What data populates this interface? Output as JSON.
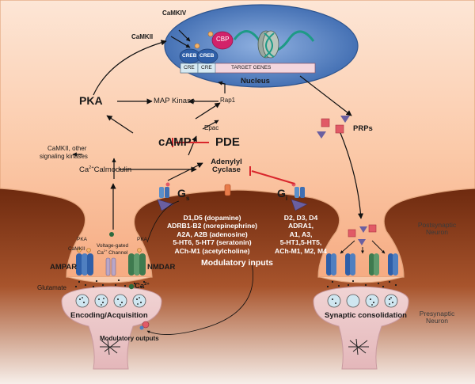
{
  "colors": {
    "postsynaptic_top": "#f6b48f",
    "postsynaptic_bottom": "#fde4d2",
    "cleft_dark": "#7a2e10",
    "presynaptic": "#e9c4c6",
    "nucleus": "#4f7fc0",
    "cbp": "#d2226a",
    "creb": "#2f5fa8",
    "prp_square": "#e15a66",
    "prp_triangle": "#6a5fa0",
    "inhibit": "#d9262c",
    "receptor_blue": "#3f6fb3",
    "receptor_green": "#4d8a5c"
  },
  "nucleus": {
    "title": "Nucleus",
    "kinase_iv": "CaMKIV",
    "kinase_ii": "CaMKII",
    "cbp": "CBP",
    "creb_1": "CREB",
    "creb_2": "CREB",
    "cre_1": "CRE",
    "cre_2": "CRE",
    "target_genes": "TARGET GENES"
  },
  "pathway": {
    "pka": "PKA",
    "map_kinase": "MAP Kinase",
    "rap1": "Rap1",
    "epac": "Epac",
    "camp": "cAMP",
    "pde": "PDE",
    "camkii_other": "CaMKII, other",
    "signaling_kinases": "signaling kinases",
    "ca_calmodulin_ca": "Ca",
    "ca_calmodulin_charge": "2+",
    "ca_calmodulin_rest": "Calmodulin",
    "adenylyl": "Adenylyl",
    "cyclase": "Cyclase",
    "gs_main": "G",
    "gs_sub": "s",
    "gi_main": "G",
    "gi_sub": "i",
    "prps": "PRPs"
  },
  "inputs": {
    "stimulatory": [
      "D1,D5 (dopamine)",
      "ADRB1-B2 (norepinephrine)",
      "A2A, A2B (adenosine)",
      "5-HT6, 5-HT7 (seratonin)",
      "ACh-M1 (acetylcholine)"
    ],
    "inhibitory": [
      "D2, D3, D4",
      "ADRA1,",
      "A1, A3,",
      "5-HT1,5-HT5,",
      "ACh-M1, M2, M4"
    ],
    "title": "Modulatory inputs"
  },
  "synapse_left": {
    "pka_1": "PKA",
    "pka_2": "PKA",
    "camkii": "CaMKII",
    "vgcc_line1": "Voltage-gated",
    "vgcc_line2": "Ca",
    "vgcc_charge": "2+",
    "vgcc_line3": "Channel",
    "ampar": "AMPAR",
    "nmdar": "NMDAR",
    "glutamate": "Glutamate",
    "ca_main": "Ca",
    "ca_charge": "2+",
    "encoding": "Encoding/Acquisition",
    "outputs": "Modulatory outputs"
  },
  "synapse_right": {
    "consolidation": "Synaptic consolidation"
  },
  "neurons": {
    "postsynaptic_1": "Postsynaptic",
    "postsynaptic_2": "Neuron",
    "presynaptic_1": "Presynaptic",
    "presynaptic_2": "Neuron"
  }
}
